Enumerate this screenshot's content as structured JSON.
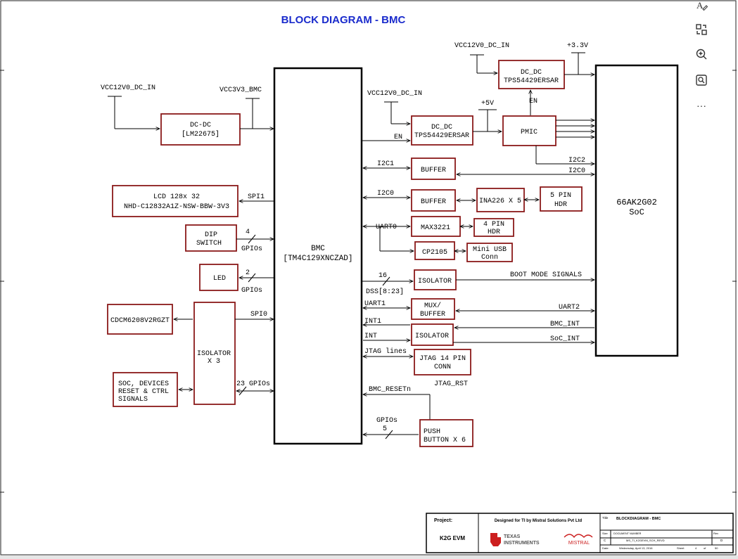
{
  "title": "BLOCK DIAGRAM -  BMC",
  "colors": {
    "block": "#8b1a1a",
    "wire": "#000000",
    "title": "#1a2bcc"
  },
  "bmc": {
    "name": "BMC",
    "part": "[TM4C129XNCZAD]"
  },
  "soc": {
    "name": "66AK2G02",
    "sub": "SoC"
  },
  "power": {
    "vcc12_left": "VCC12V0_DC_IN",
    "vcc3v3": "VCC3V3_BMC",
    "dcdc_left_l1": "DC-DC",
    "dcdc_left_l2": "[LM22675]",
    "vcc12_mid": "VCC12V0_DC_IN",
    "vcc12_top": "VCC12V0_DC_IN",
    "plus33": "+3.3V",
    "plus5": "+5V",
    "dcdc_top_l1": "DC_DC",
    "dcdc_top_l2": "TPS54429ERSAR",
    "dcdc_mid_l1": "DC_DC",
    "dcdc_mid_l2": "TPS54429ERSAR",
    "pmic": "PMIC",
    "en_top": "EN",
    "en_mid": "EN"
  },
  "left": {
    "lcd_l1": "LCD 128x 32",
    "lcd_l2": "NHD-C12832A1Z-NSW-BBW-3V3",
    "spi1": "SPI1",
    "dip_l1": "DIP",
    "dip_l2": "SWITCH",
    "dip_count": "4",
    "dip_gpios": "GPIOs",
    "led": "LED",
    "led_count": "2",
    "led_gpios": "GPIOs",
    "cdcm": "CDCM6208V2RGZT",
    "spi0": "SPI0",
    "iso_l1": "ISOLATOR",
    "iso_l2": "X 3",
    "soc_dev_l1": "SOC, DEVICES",
    "soc_dev_l2": "RESET & CTRL",
    "soc_dev_l3": "SIGNALS",
    "gpio23": "23 GPIOs"
  },
  "right": {
    "i2c1": "I2C1",
    "buffer1": "BUFFER",
    "i2c2": "I2C2",
    "i2c0_soc": "I2C0",
    "i2c0": "I2C0",
    "buffer2": "BUFFER",
    "ina": "INA226 X 5",
    "hdr5_l1": "5 PIN",
    "hdr5_l2": "HDR",
    "uart0": "UART0",
    "max": "MAX3221",
    "hdr4_l1": "4 PIN",
    "hdr4_l2": "HDR",
    "cp": "CP2105",
    "usb_l1": "Mini USB",
    "usb_l2": "Conn",
    "dss_count": "16",
    "dss": "DSS[8:23]",
    "iso_boot": "ISOLATOR",
    "boot": "BOOT MODE SIGNALS",
    "uart1": "UART1",
    "mux_l1": "MUX/",
    "mux_l2": "BUFFER",
    "uart2": "UART2",
    "int1": "INT1",
    "bmc_int": "BMC_INT",
    "int": "INT",
    "iso_int": "ISOLATOR",
    "soc_int": "SoC_INT",
    "jtag_lines": "JTAG lines",
    "jtag_l1": "JTAG 14 PIN",
    "jtag_l2": "CONN",
    "jtag_rst": "JTAG_RST",
    "bmc_reset": "BMC_RESETn",
    "pb_gpios": "GPIOs",
    "pb_count": "5",
    "pb_l1": "PUSH",
    "pb_l2": "BUTTON X 6"
  },
  "titleblock": {
    "project_label": "Project:",
    "project": "K2G EVM",
    "designed": "Designed for TI by Mistral Solutions Pvt Ltd",
    "ti_l1": "TEXAS",
    "ti_l2": "INSTRUMENTS",
    "mistral": "MISTRAL",
    "title_label": "Title",
    "title": "BLOCKDIAGRAM - BMC",
    "rev_label": "Rev",
    "rev": "D",
    "size_label": "Size",
    "size": "C",
    "doc_no": "DOCUMENT NUMBER",
    "doc_file": "MS_TI_K2GEVM_SCH_REVD",
    "date_label": "Date:",
    "date": "Wednesday, April 13, 2016",
    "sheet_label": "Sheet",
    "sheet": "4",
    "of_label": "of",
    "sheets": "50"
  },
  "toolbar": {
    "icons": [
      "text-style-icon",
      "swap-icon",
      "zoom-in-icon",
      "image-search-icon",
      "more-icon"
    ],
    "more": "···"
  }
}
